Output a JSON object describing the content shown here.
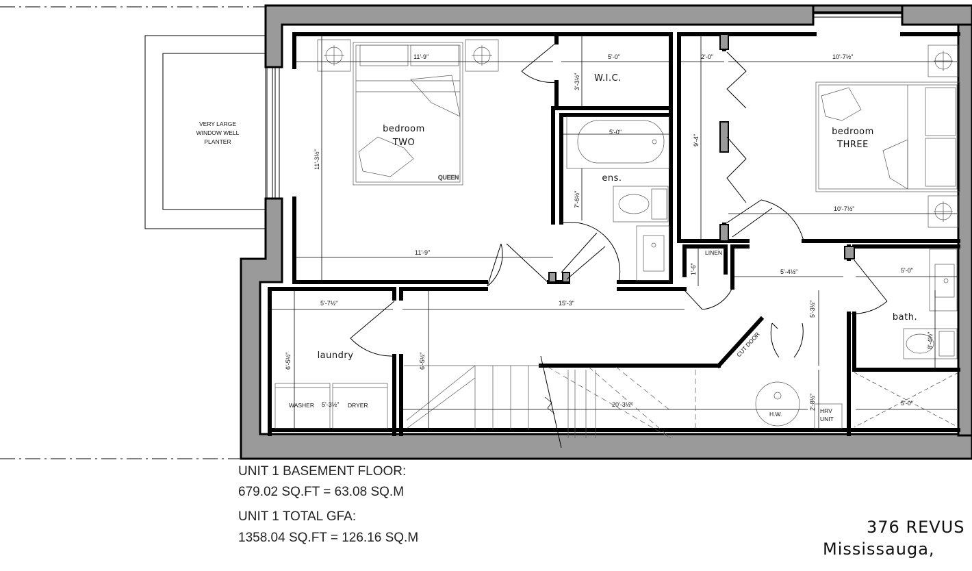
{
  "rooms": {
    "bedroom_two": [
      "bedroom",
      "TWO"
    ],
    "bedroom_three": [
      "bedroom",
      "THREE"
    ],
    "wic": "W.I.C.",
    "ensuite": "ens.",
    "laundry": "laundry",
    "bath": "bath."
  },
  "labels": {
    "planter": [
      "VERY LARGE",
      "WINDOW WELL",
      "PLANTER"
    ],
    "washer": "WASHER",
    "dryer": "DRYER",
    "linen": "LINEN",
    "cut_door": "CUT DOOR",
    "hw": "H.W.",
    "hrv": [
      "HRV",
      "UNIT"
    ],
    "queen": "QUEEN"
  },
  "dimensions": {
    "bed2_top": "11'-9\"",
    "bed2_bottom": "11'-9\"",
    "bed2_height": "11'-3½\"",
    "wic_width": "5'-0\"",
    "wic_depth": "3'-3½\"",
    "ens_width": "5'-0\"",
    "ens_depth": "7'-6½\"",
    "bed3_closet": "2'-0\"",
    "bed3_closet_depth": "9'-4\"",
    "bed3_top": "10'-7½\"",
    "bed3_bottom": "10'-7½\"",
    "linen_depth": "1'-6\"",
    "hall_right": "5'-4½\"",
    "hall_right_v": "5'-3½\"",
    "bath_width": "5'-0\"",
    "bath_depth": "8'-4½\"",
    "laundry_width": "5'-7½\"",
    "laundry_depth": "6'-5½\"",
    "laundry_depth2": "6'-5½\"",
    "washer_dryer": "5'-3½\"",
    "hall_long": "15'-3\"",
    "stair_run": "20'-3½\"",
    "hrv_depth": "2'-8½\"",
    "storage_width": "5'-0\""
  },
  "info": {
    "line1": "UNIT 1 BASEMENT FLOOR:",
    "line2": "679.02 SQ.FT = 63.08 SQ.M",
    "line3": "UNIT 1 TOTAL GFA:",
    "line4": "1358.04 SQ.FT = 126.16 SQ.M"
  },
  "address": {
    "line1": "376 REVUS",
    "line2": "Mississauga,"
  }
}
